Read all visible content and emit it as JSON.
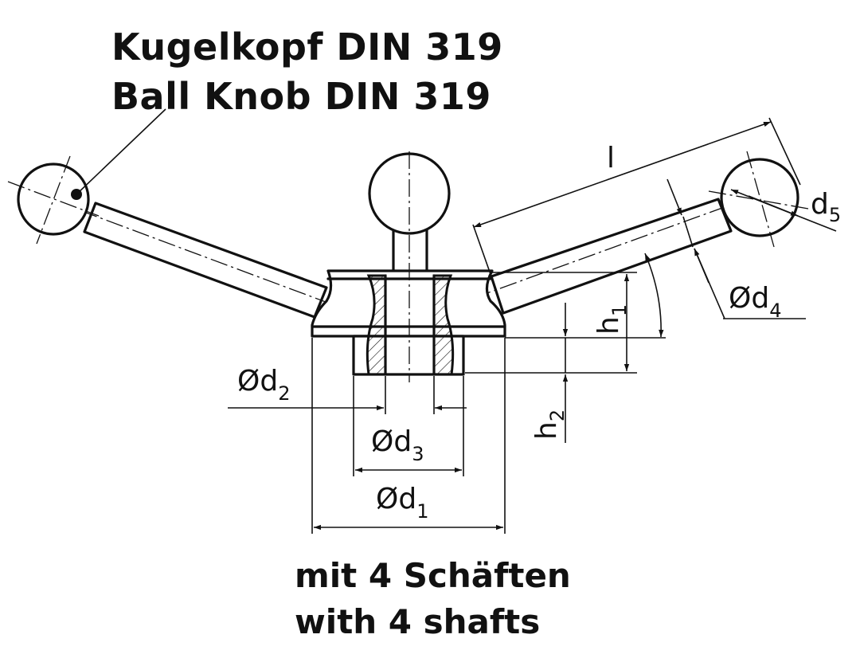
{
  "header": {
    "line1": "Kugelkopf DIN 319",
    "line2": "Ball Knob DIN 319"
  },
  "footer": {
    "line1": "mit 4 Schäften",
    "line2": "with 4 shafts"
  },
  "dimensions": {
    "l": {
      "symbol": "l",
      "sub": ""
    },
    "d1": {
      "symbol": "Ød",
      "sub": "1"
    },
    "d2": {
      "symbol": "Ød",
      "sub": "2"
    },
    "d3": {
      "symbol": "Ød",
      "sub": "3"
    },
    "d4": {
      "symbol": "Ød",
      "sub": "4"
    },
    "d5": {
      "symbol": "d",
      "sub": "5"
    },
    "h1": {
      "symbol": "h",
      "sub": "1"
    },
    "h2": {
      "symbol": "h",
      "sub": "2"
    }
  }
}
